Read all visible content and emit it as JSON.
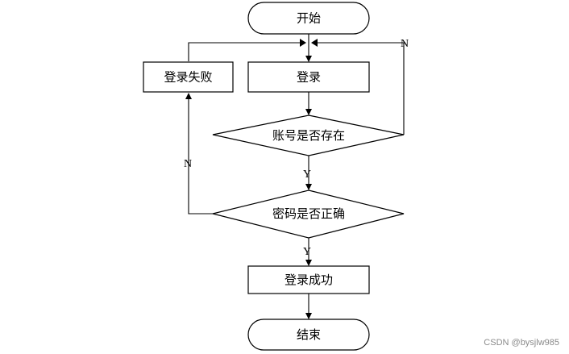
{
  "nodes": {
    "start": "开始",
    "login": "登录",
    "login_failed": "登录失败",
    "account_exists": "账号是否存在",
    "password_correct": "密码是否正确",
    "login_success": "登录成功",
    "end": "结束"
  },
  "branches": {
    "account_no": "N",
    "account_yes": "Y",
    "password_no": "N",
    "password_yes": "Y"
  },
  "watermark": "CSDN @bysjlw985"
}
